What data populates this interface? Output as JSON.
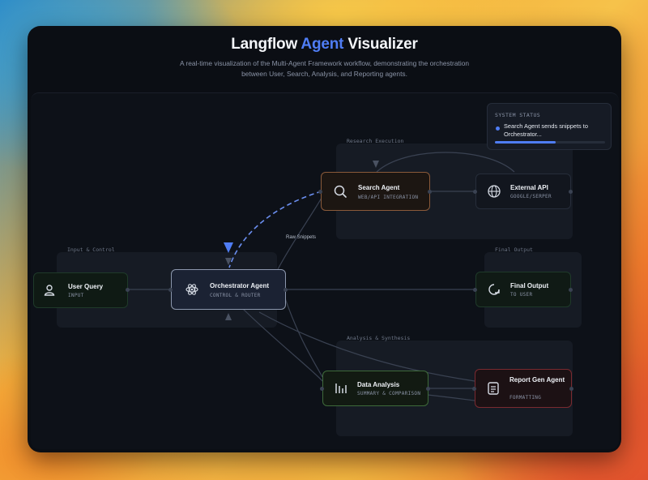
{
  "header": {
    "title_part1": "Langflow",
    "title_accent": "Agent",
    "title_part2": "Visualizer",
    "subtitle": "A real-time visualization of the Multi-Agent Framework workflow, demonstrating the orchestration between User, Search, Analysis, and Reporting agents."
  },
  "groups": {
    "input_control": "Input & Control",
    "research": "Research Execution",
    "final_output": "Final Output",
    "analysis": "Analysis & Synthesis"
  },
  "nodes": {
    "user_query": {
      "label": "User Query",
      "sub": "INPUT"
    },
    "orchestrator": {
      "label": "Orchestrator Agent",
      "sub": "CONTROL & ROUTER"
    },
    "search": {
      "label": "Search Agent",
      "sub": "WEB/API INTEGRATION"
    },
    "external_api": {
      "label": "External API",
      "sub": "GOOGLE/SERPER"
    },
    "final_output": {
      "label": "Final Output",
      "sub": "TO USER"
    },
    "data_analysis": {
      "label": "Data Analysis",
      "sub": "SUMMARY & COMPARISON"
    },
    "report_gen": {
      "label": "Report Gen Agent",
      "sub": "FORMATTING"
    }
  },
  "edge_labels": {
    "raw_snippets": "Raw Snippets"
  },
  "status": {
    "title": "SYSTEM STATUS",
    "message": "Search Agent sends snippets to Orchestrator...",
    "progress": 0.55
  },
  "colors": {
    "accent": "#4f7df5",
    "search_border": "#8a5a3a",
    "analysis_border": "#3e6a3a",
    "report_border": "#7a2a30"
  }
}
